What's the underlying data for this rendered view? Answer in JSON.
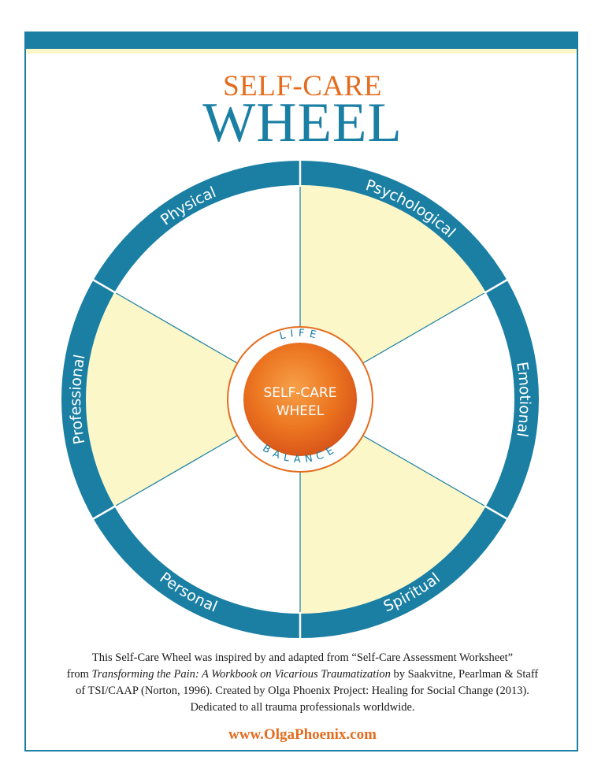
{
  "header": {
    "title_top": "SELF-CARE",
    "title_main": "WHEEL"
  },
  "wheel": {
    "segments": [
      {
        "label": "Psychological",
        "fill": "#fcf7c9"
      },
      {
        "label": "Emotional",
        "fill": "#ffffff"
      },
      {
        "label": "Spiritual",
        "fill": "#fcf7c9"
      },
      {
        "label": "Personal",
        "fill": "#ffffff"
      },
      {
        "label": "Professional",
        "fill": "#fcf7c9"
      },
      {
        "label": "Physical",
        "fill": "#ffffff"
      }
    ],
    "hub_top": "LIFE",
    "hub_bottom": "BALANCE",
    "hub_line1": "SELF-CARE",
    "hub_line2": "WHEEL"
  },
  "colors": {
    "ring": "#1a7fa3",
    "accent": "#e46c1e",
    "cream": "#fcf7c9"
  },
  "footer": {
    "line1": "This Self-Care Wheel was inspired by and adapted from “Self-Care Assessment Worksheet”",
    "line2_prefix": "from ",
    "line2_italic": "Transforming the Pain: A Workbook on Vicarious Traumatization",
    "line2_suffix": " by Saakvitne, Pearlman & Staff",
    "line3": "of TSI/CAAP (Norton, 1996). Created by Olga Phoenix Project: Healing for Social Change (2013).",
    "line4": "Dedicated to all trauma professionals worldwide.",
    "website": "www.OlgaPhoenix.com"
  }
}
